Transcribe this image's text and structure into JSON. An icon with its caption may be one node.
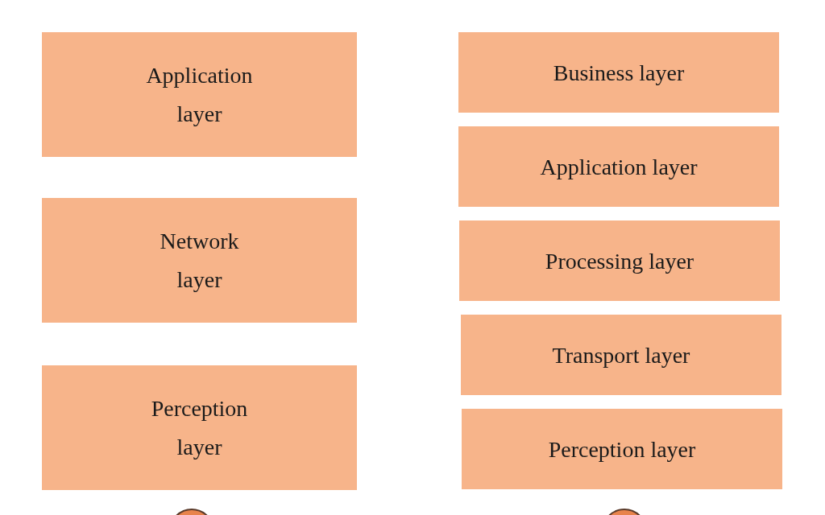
{
  "diagram": {
    "nodes": [
      {
        "text": [
          "Application layer"
        ]
      },
      {
        "text": [
          "Network layer"
        ]
      },
      {
        "text": [
          "Perception layer"
        ]
      },
      {
        "text": [
          "Business layer"
        ]
      },
      {
        "text": [
          "Application layer"
        ]
      },
      {
        "text": [
          "Processing layer"
        ]
      },
      {
        "text": [
          "Transport layer"
        ]
      },
      {
        "text": [
          "Perception layer"
        ]
      },
      {
        "text": [],
        "shape": "circle"
      },
      {
        "text": [],
        "shape": "circle"
      }
    ]
  }
}
